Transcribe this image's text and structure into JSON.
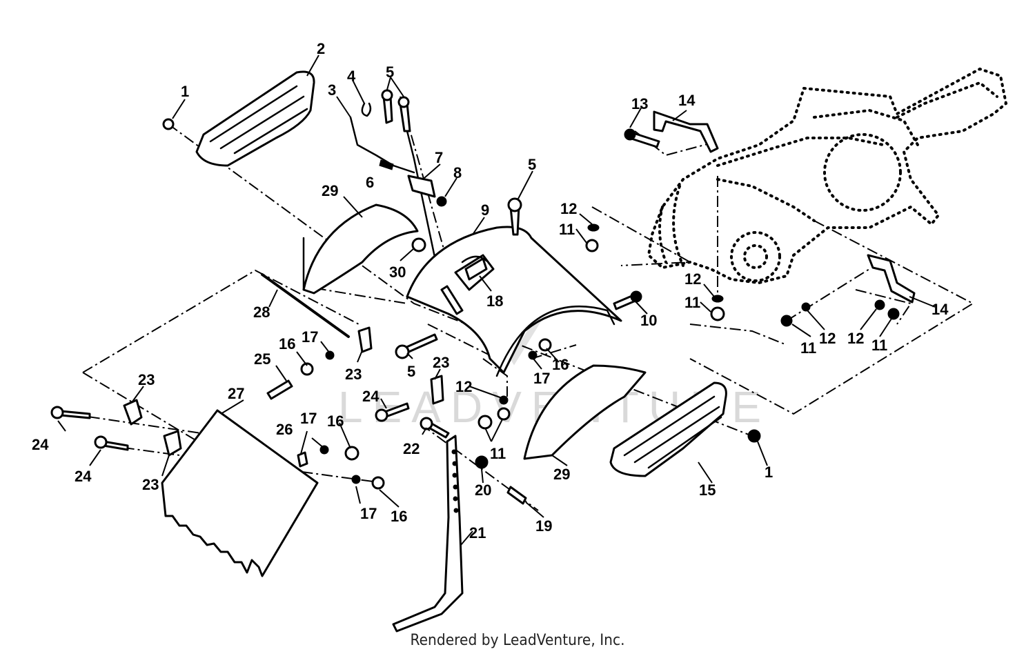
{
  "diagram": {
    "watermark": "LEADVENTURE",
    "footer": "Rendered by LeadVenture, Inc.",
    "callouts": [
      {
        "id": "c1a",
        "text": "1"
      },
      {
        "id": "c1b",
        "text": "1"
      },
      {
        "id": "c2",
        "text": "2"
      },
      {
        "id": "c3",
        "text": "3"
      },
      {
        "id": "c4",
        "text": "4"
      },
      {
        "id": "c5a",
        "text": "5"
      },
      {
        "id": "c5b",
        "text": "5"
      },
      {
        "id": "c5c",
        "text": "5"
      },
      {
        "id": "c6",
        "text": "6"
      },
      {
        "id": "c7",
        "text": "7"
      },
      {
        "id": "c8",
        "text": "8"
      },
      {
        "id": "c9",
        "text": "9"
      },
      {
        "id": "c10",
        "text": "10"
      },
      {
        "id": "c11a",
        "text": "11"
      },
      {
        "id": "c11b",
        "text": "11"
      },
      {
        "id": "c11c",
        "text": "11"
      },
      {
        "id": "c11d",
        "text": "11"
      },
      {
        "id": "c11e",
        "text": "11"
      },
      {
        "id": "c12a",
        "text": "12"
      },
      {
        "id": "c12b",
        "text": "12"
      },
      {
        "id": "c12c",
        "text": "12"
      },
      {
        "id": "c12d",
        "text": "12"
      },
      {
        "id": "c12e",
        "text": "12"
      },
      {
        "id": "c13",
        "text": "13"
      },
      {
        "id": "c14a",
        "text": "14"
      },
      {
        "id": "c14b",
        "text": "14"
      },
      {
        "id": "c15",
        "text": "15"
      },
      {
        "id": "c16a",
        "text": "16"
      },
      {
        "id": "c16b",
        "text": "16"
      },
      {
        "id": "c16c",
        "text": "16"
      },
      {
        "id": "c16d",
        "text": "16"
      },
      {
        "id": "c17a",
        "text": "17"
      },
      {
        "id": "c17b",
        "text": "17"
      },
      {
        "id": "c17c",
        "text": "17"
      },
      {
        "id": "c17d",
        "text": "17"
      },
      {
        "id": "c18",
        "text": "18"
      },
      {
        "id": "c19",
        "text": "19"
      },
      {
        "id": "c20",
        "text": "20"
      },
      {
        "id": "c21",
        "text": "21"
      },
      {
        "id": "c22",
        "text": "22"
      },
      {
        "id": "c23a",
        "text": "23"
      },
      {
        "id": "c23b",
        "text": "23"
      },
      {
        "id": "c23c",
        "text": "23"
      },
      {
        "id": "c23d",
        "text": "23"
      },
      {
        "id": "c24a",
        "text": "24"
      },
      {
        "id": "c24b",
        "text": "24"
      },
      {
        "id": "c24c",
        "text": "24"
      },
      {
        "id": "c25",
        "text": "25"
      },
      {
        "id": "c26",
        "text": "26"
      },
      {
        "id": "c27",
        "text": "27"
      },
      {
        "id": "c28",
        "text": "28"
      },
      {
        "id": "c29a",
        "text": "29"
      },
      {
        "id": "c29b",
        "text": "29"
      },
      {
        "id": "c30",
        "text": "30"
      }
    ]
  }
}
